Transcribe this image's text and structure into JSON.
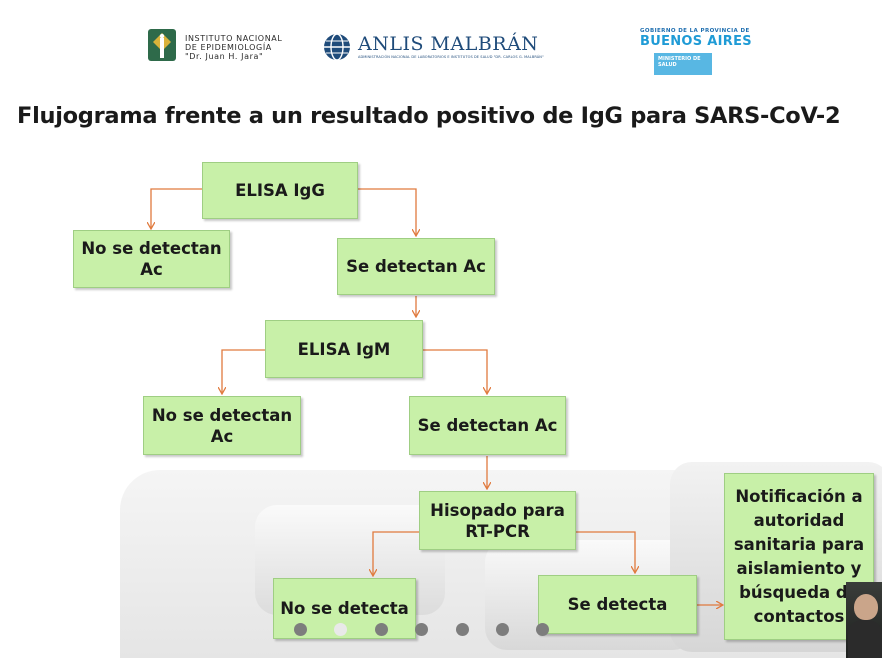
{
  "header": {
    "ine": {
      "lines": [
        "INSTITUTO NACIONAL",
        "DE EPIDEMIOLOGÍA",
        "\"Dr. Juan H. Jara\""
      ]
    },
    "anlis": {
      "name": "ANLIS MALBRÁN",
      "subtitle": "ADMINISTRACIÓN NACIONAL DE LABORATORIOS E INSTITUTOS DE SALUD \"DR. CARLOS G. MALBRÁN\""
    },
    "gba": {
      "top": "GOBIERNO DE LA PROVINCIA DE",
      "name": "BUENOS AIRES",
      "ministry": "MINISTERIO DE SALUD"
    }
  },
  "title": "Flujograma frente a un resultado positivo de IgG para SARS-CoV-2",
  "nodes": {
    "elisa_igg": "ELISA IgG",
    "igg_no_detect": "No se detectan\nAc",
    "igg_detect": "Se detectan Ac",
    "elisa_igm": "ELISA IgM",
    "igm_no_detect": "No se detectan\nAc",
    "igm_detect": "Se detectan Ac",
    "swab": "Hisopado para\nRT-PCR",
    "pcr_no_detect": "No se detecta",
    "pcr_detect": "Se detecta",
    "notification": "Notificación a\nautoridad\nsanitaria para\naislamiento y\nbúsqueda de\ncontactos"
  },
  "colors": {
    "box_fill": "#c8f0a8",
    "arrow": "#e07a3e"
  },
  "pagination": {
    "count": 7,
    "active_index": 1
  }
}
